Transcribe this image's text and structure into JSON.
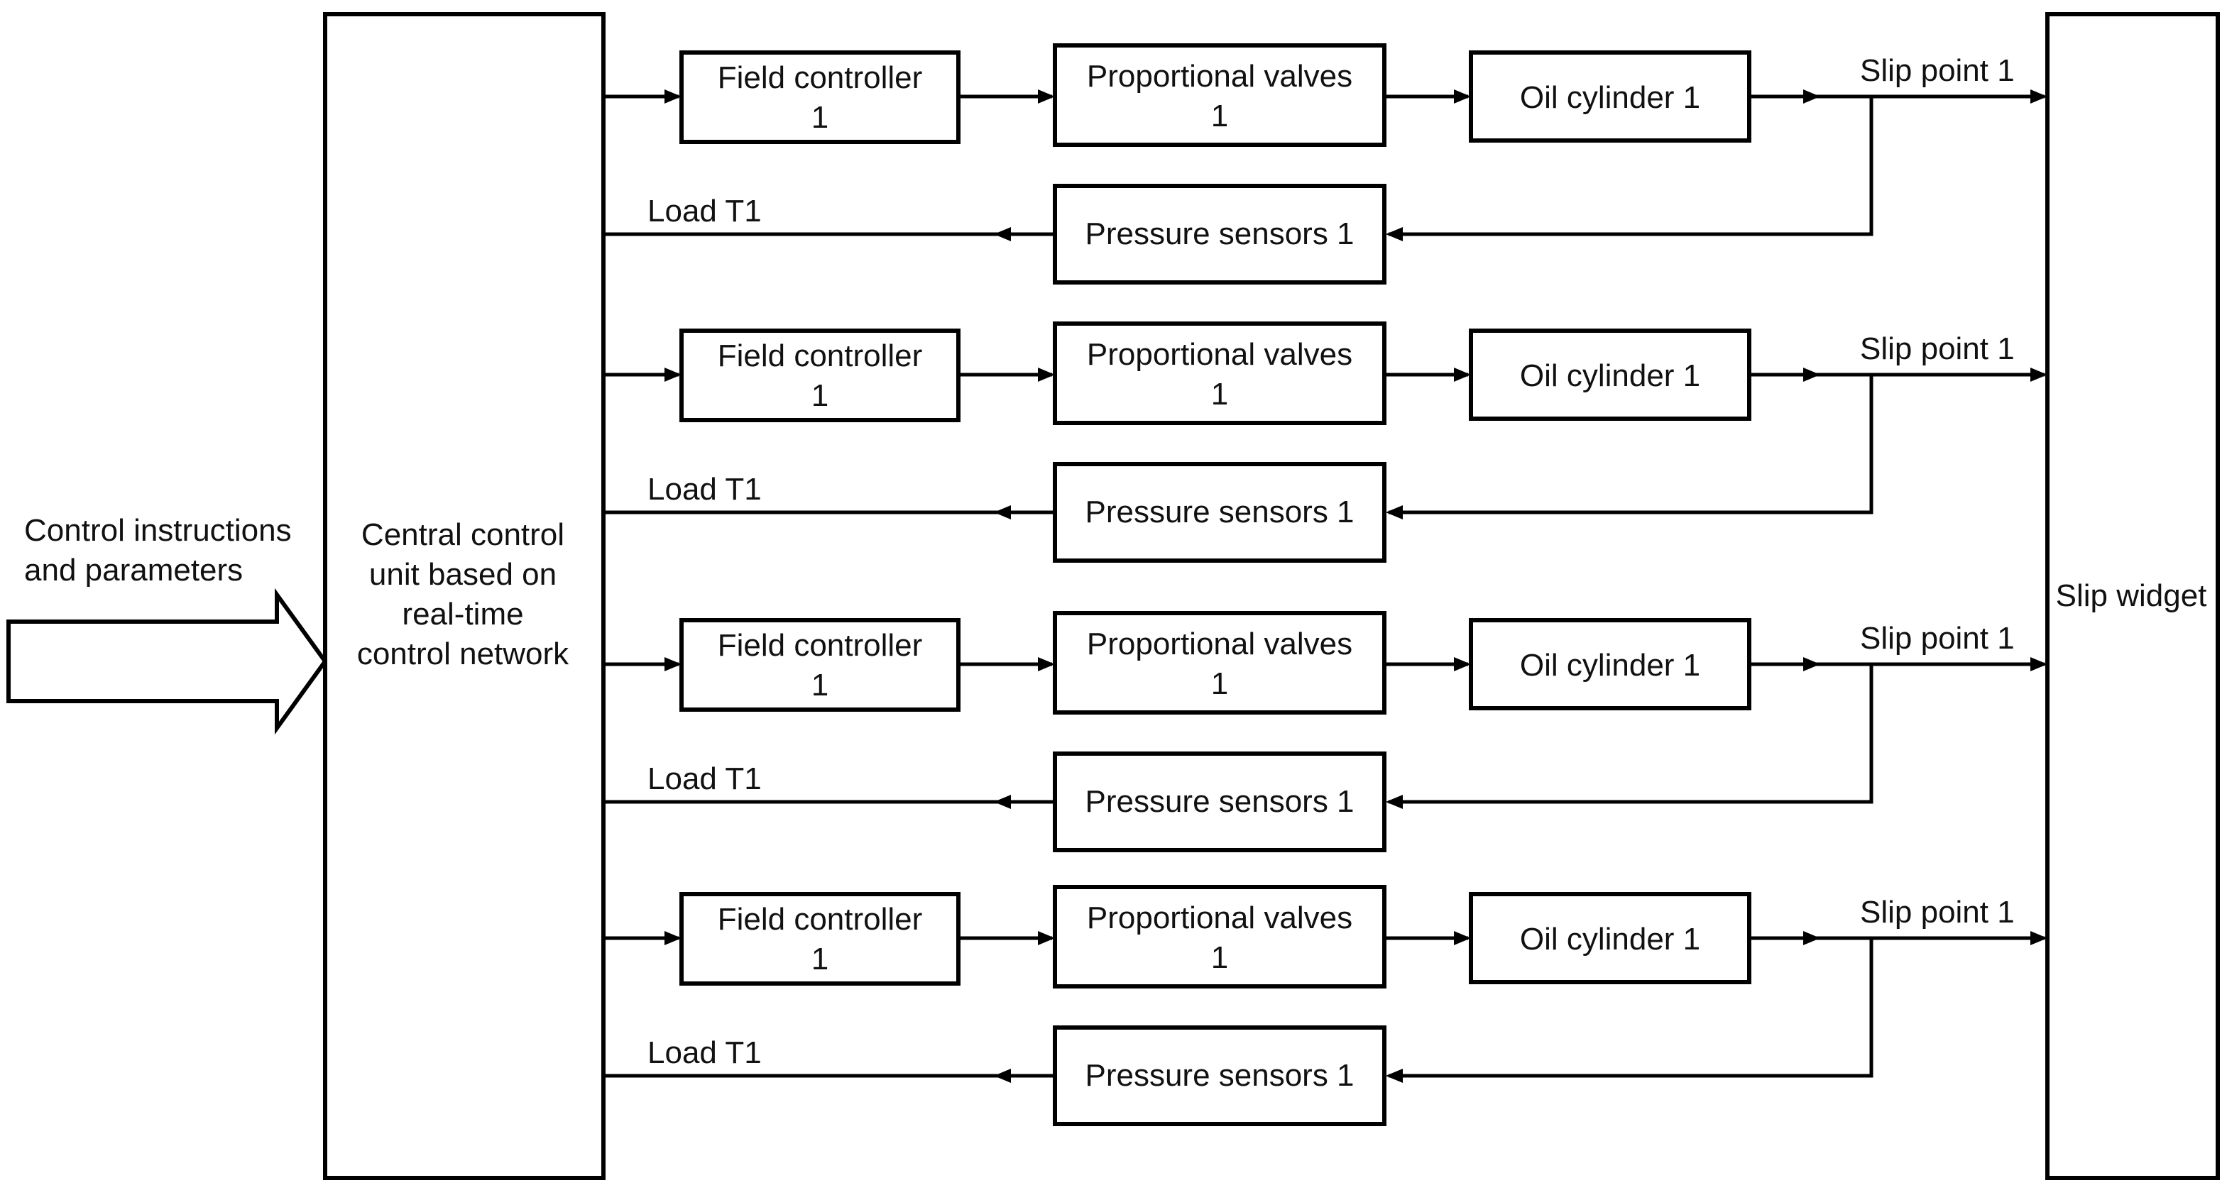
{
  "input": {
    "line1": "Control instructions",
    "line2": "and parameters"
  },
  "central": {
    "line1": "Central control",
    "line2": "unit based on",
    "line3": "real-time",
    "line4": "control network"
  },
  "slip_widget": {
    "label": "Slip widget"
  },
  "channels": [
    {
      "field_controller": {
        "line1": "Field controller",
        "line2": "1"
      },
      "proportional_valve": {
        "line1": "Proportional valves",
        "line2": "1"
      },
      "oil_cylinder": "Oil cylinder 1",
      "slip_point": "Slip point 1",
      "pressure_sensor": "Pressure sensors 1",
      "load": "Load T1"
    },
    {
      "field_controller": {
        "line1": "Field controller",
        "line2": "1"
      },
      "proportional_valve": {
        "line1": "Proportional valves",
        "line2": "1"
      },
      "oil_cylinder": "Oil cylinder 1",
      "slip_point": "Slip point 1",
      "pressure_sensor": "Pressure sensors 1",
      "load": "Load T1"
    },
    {
      "field_controller": {
        "line1": "Field controller",
        "line2": "1"
      },
      "proportional_valve": {
        "line1": "Proportional valves",
        "line2": "1"
      },
      "oil_cylinder": "Oil cylinder 1",
      "slip_point": "Slip point 1",
      "pressure_sensor": "Pressure sensors 1",
      "load": "Load T1"
    },
    {
      "field_controller": {
        "line1": "Field controller",
        "line2": "1"
      },
      "proportional_valve": {
        "line1": "Proportional valves",
        "line2": "1"
      },
      "oil_cylinder": "Oil cylinder 1",
      "slip_point": "Slip point 1",
      "pressure_sensor": "Pressure sensors 1",
      "load": "Load T1"
    }
  ]
}
